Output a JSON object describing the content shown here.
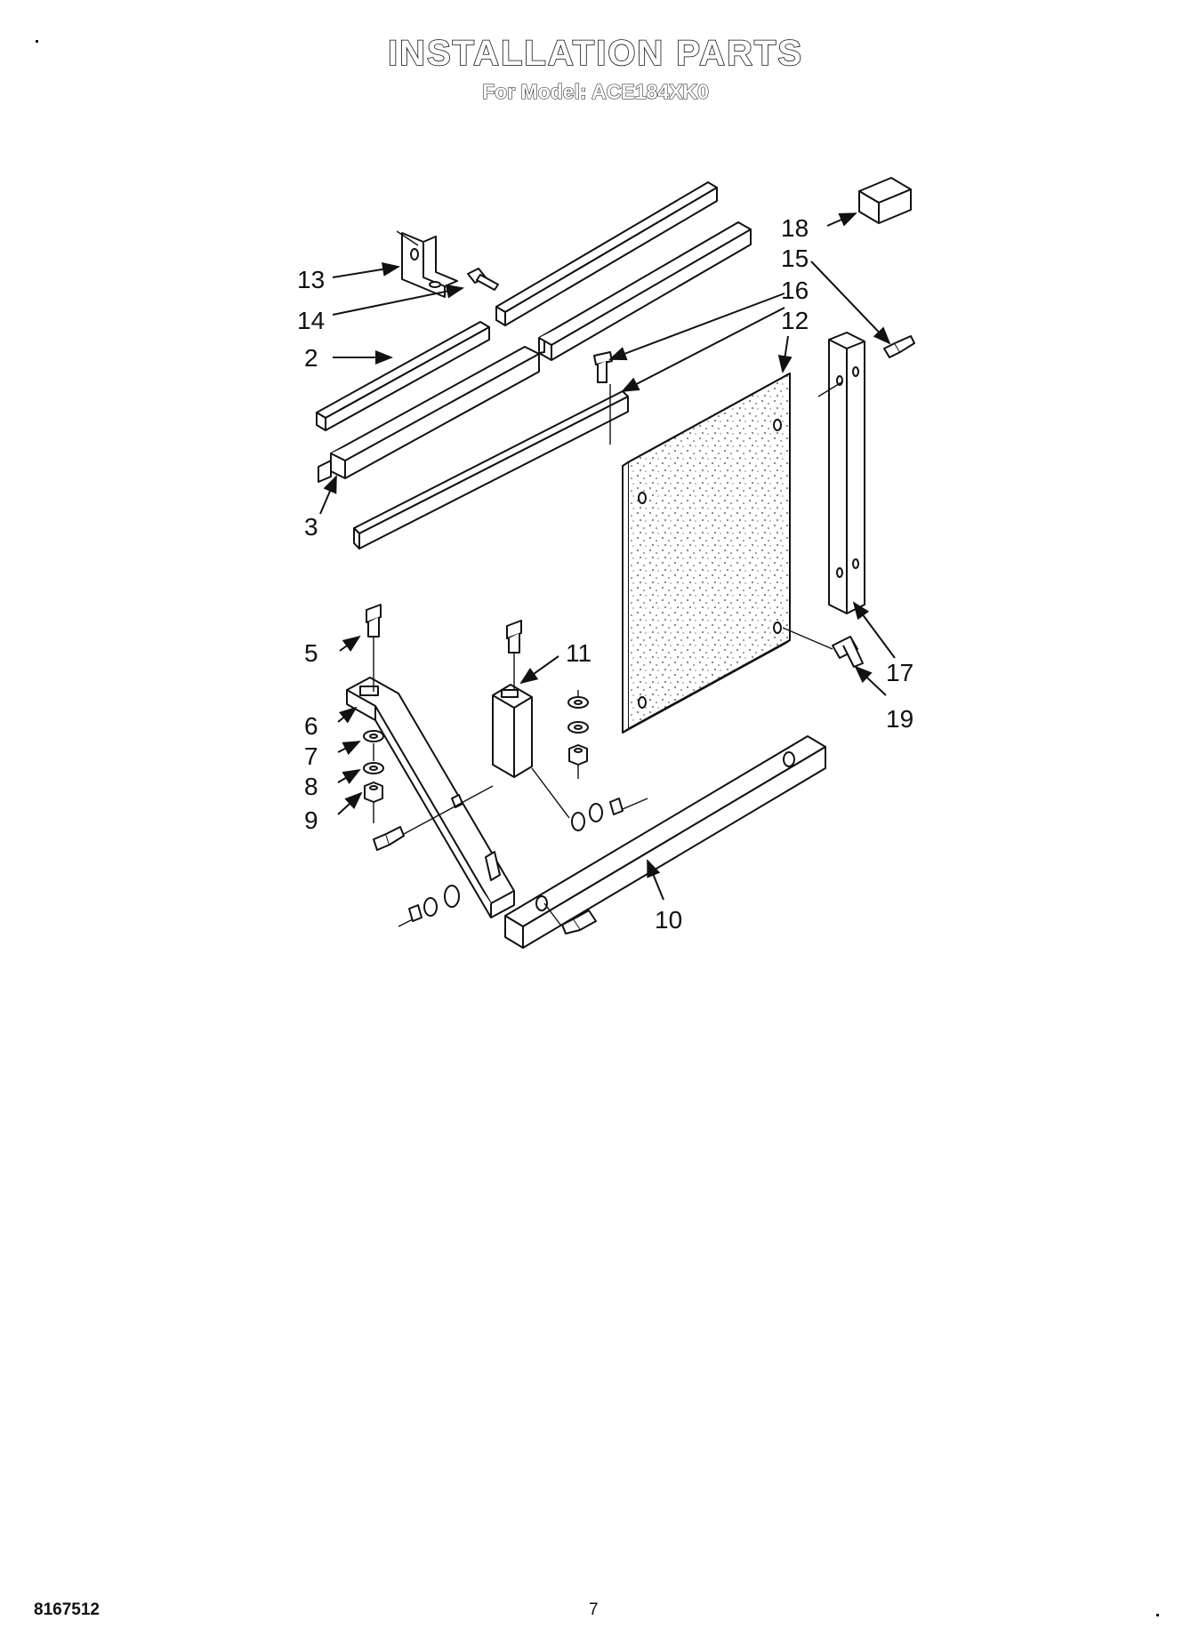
{
  "header": {
    "title": "INSTALLATION PARTS",
    "subtitle": "For Model: ACE184XK0"
  },
  "footer": {
    "doc_number": "8167512",
    "page_number": "7"
  },
  "callouts": {
    "c2": "2",
    "c3": "3",
    "c5": "5",
    "c6": "6",
    "c7": "7",
    "c8": "8",
    "c9": "9",
    "c10": "10",
    "c11": "11",
    "c12": "12",
    "c13": "13",
    "c14": "14",
    "c15": "15",
    "c16": "16",
    "c17": "17",
    "c18": "18",
    "c19": "19"
  }
}
